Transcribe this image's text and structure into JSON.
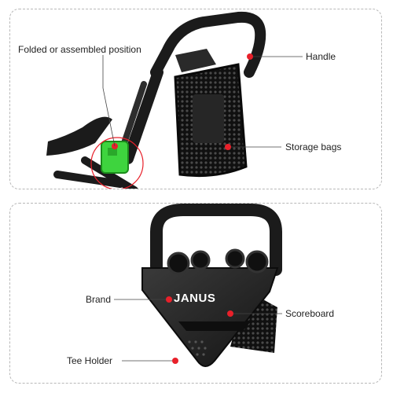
{
  "colors": {
    "callout_dot": "#e8202a",
    "frame": "#1b1b1b",
    "hinge_highlight": "#3ed43e",
    "panel_border": "#b8b8b8"
  },
  "top_panel": {
    "callouts": {
      "folded": "Folded or assembled position",
      "handle": "Handle",
      "storage": "Storage bags"
    }
  },
  "bottom_panel": {
    "brand_logo": "JANUS",
    "callouts": {
      "brand": "Brand",
      "scoreboard": "Scoreboard",
      "tee_holder": "Tee Holder"
    }
  }
}
